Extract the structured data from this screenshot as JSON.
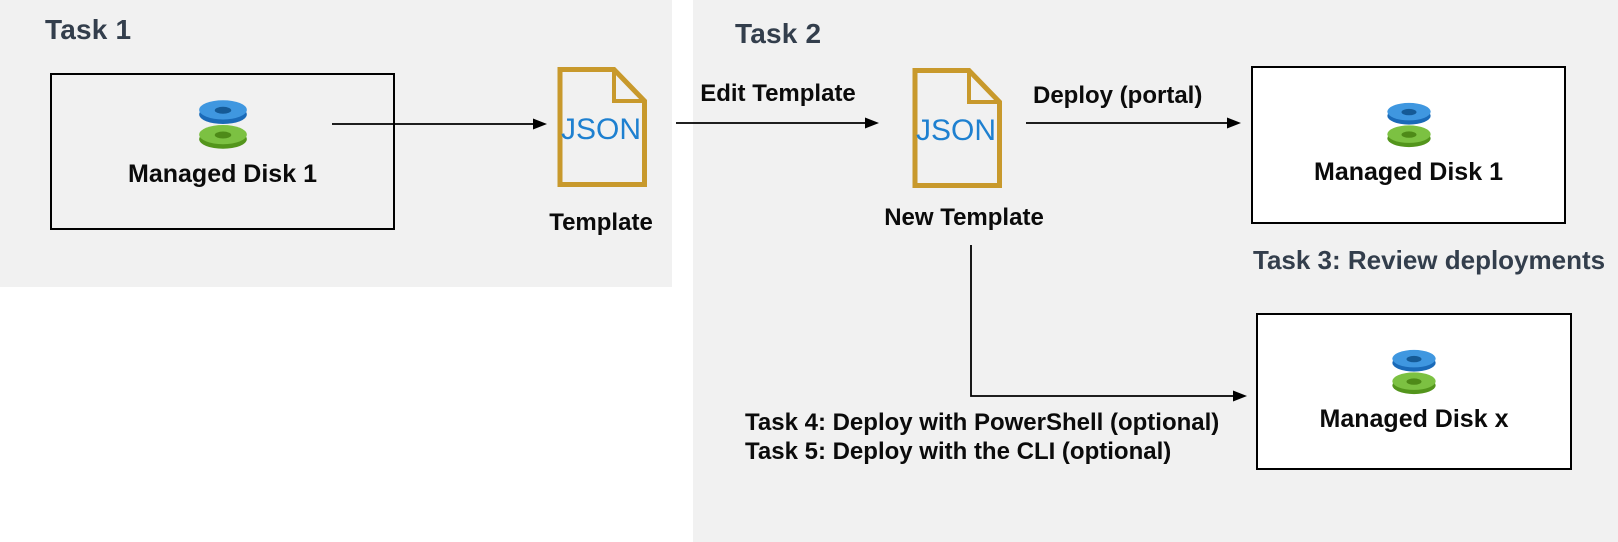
{
  "panels": {
    "task1": {
      "title": "Task 1"
    },
    "task2": {
      "title": "Task 2"
    }
  },
  "nodes": {
    "managed_disk_source": {
      "label": "Managed Disk 1"
    },
    "template_doc": {
      "doc_text": "JSON",
      "label": "Template"
    },
    "new_template_doc": {
      "doc_text": "JSON",
      "label": "New Template"
    },
    "managed_disk_deployed": {
      "label": "Managed Disk 1"
    },
    "managed_disk_x": {
      "label": "Managed Disk x"
    }
  },
  "edges": {
    "edit_template": {
      "label": "Edit Template"
    },
    "deploy_portal": {
      "label": "Deploy (portal)"
    }
  },
  "annotations": {
    "task3": "Task 3: Review deployments",
    "task4": "Task 4: Deploy with PowerShell (optional)",
    "task5": "Task 5: Deploy with the CLI (optional)"
  },
  "colors": {
    "panel_bg": "#f1f1f1",
    "task_title": "#333e4c",
    "label_text": "#0b0b0b",
    "box_border": "#000000",
    "box_fill": "#ffffff",
    "doc_border": "#c8992c",
    "doc_text": "#1e80d0",
    "disk_blue": "#3f97e0",
    "disk_blue_dark": "#1a6ab8",
    "disk_green": "#7cc142",
    "disk_green_dark": "#53951c",
    "arrow": "#000000"
  }
}
